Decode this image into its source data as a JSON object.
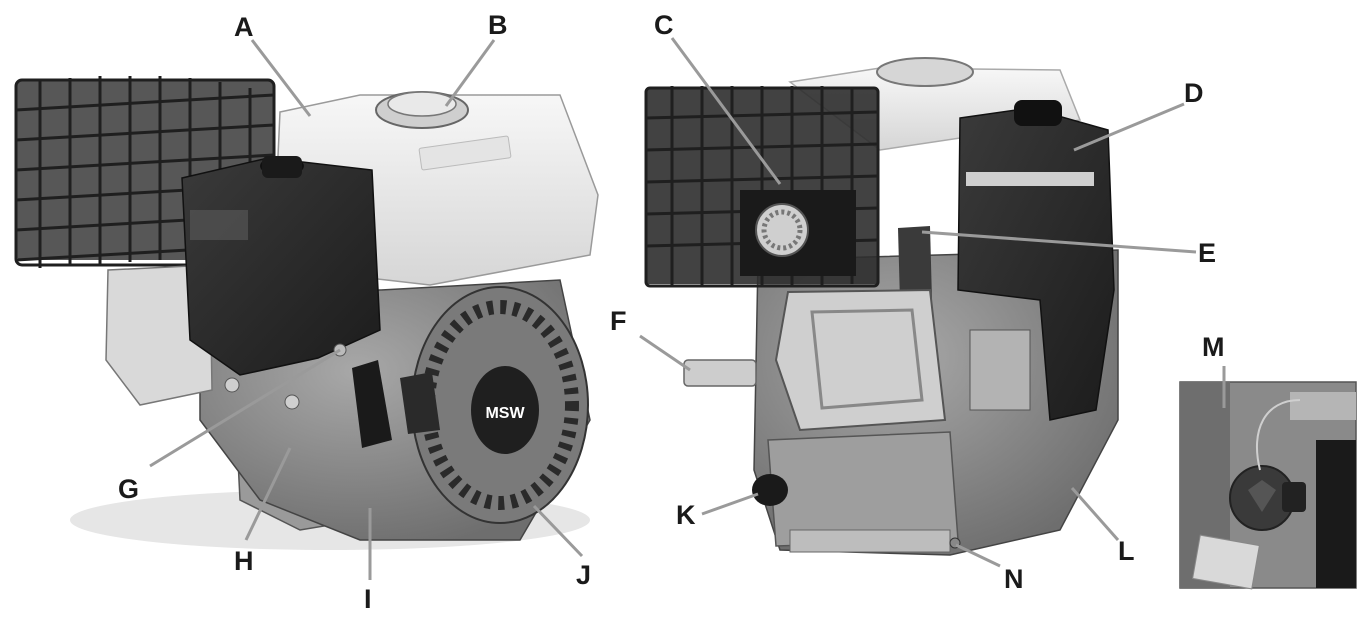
{
  "labels": {
    "A": "A",
    "B": "B",
    "C": "C",
    "D": "D",
    "E": "E",
    "F": "F",
    "G": "G",
    "H": "H",
    "I": "I",
    "J": "J",
    "K": "K",
    "L": "L",
    "M": "M",
    "N": "N"
  },
  "brand_logo": "MSW",
  "colors": {
    "dark_plastic": "#2b2b2b",
    "fuel_tank": "#ededed",
    "engine_body": "#8c8c8c",
    "leader_line": "#9a9a9a"
  }
}
